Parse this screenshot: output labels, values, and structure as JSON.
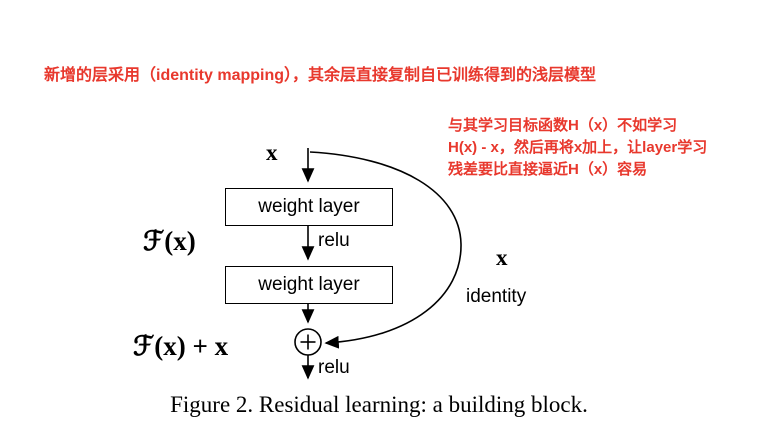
{
  "colors": {
    "annotation_red": "#e8382d",
    "diagram_black": "#000000"
  },
  "annotations": {
    "top_note": "新增的层采用（identity mapping），其余层直接复制自已训练得到的浅层模型",
    "side_note": [
      "与其学习目标函数H（x）不如学习",
      "H(x) - x，然后再将x加上，让layer学习",
      "残差要比直接逼近H（x）容易"
    ]
  },
  "diagram": {
    "input_label": "x",
    "weight_layer_1": "weight layer",
    "relu_1": "relu",
    "residual_function_label": "ℱ(x)",
    "weight_layer_2": "weight layer",
    "shortcut_x_label": "x",
    "identity_label": "identity",
    "output_sum_label": "ℱ(x) + x",
    "relu_2": "relu"
  },
  "caption": "Figure 2. Residual learning: a building block."
}
